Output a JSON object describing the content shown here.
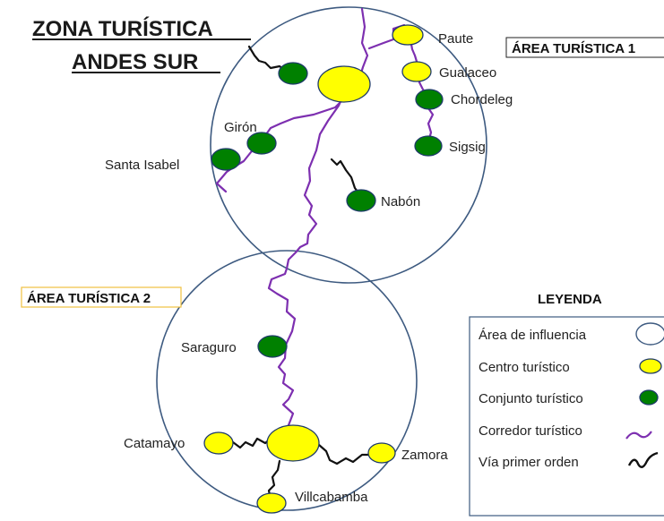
{
  "title": {
    "line1": "ZONA TURÍSTICA",
    "line2": "ANDES SUR"
  },
  "areas": {
    "area1": "ÁREA TURÍSTICA 1",
    "area2": "ÁREA TURÍSTICA 2"
  },
  "places": {
    "paute": "Paute",
    "gualaceo": "Gualaceo",
    "chordeleg": "Chordeleg",
    "sigsig": "Sigsig",
    "giron": "Girón",
    "santa_isabel": "Santa Isabel",
    "nabon": "Nabón",
    "saraguro": "Saraguro",
    "catamayo": "Catamayo",
    "zamora": "Zamora",
    "villcabamba": "Villcabamba"
  },
  "legend": {
    "title": "LEYENDA",
    "items": {
      "influence": "Área de influencia",
      "center": "Centro turístico",
      "set": "Conjunto turístico",
      "corridor": "Corredor turístico",
      "road": "Vía primer orden"
    }
  },
  "colors": {
    "circle_stroke": "#3d5a80",
    "center_fill": "#ffff00",
    "set_fill": "#008000",
    "corridor": "#7d2fb0",
    "road": "#111111",
    "area1_border": "#222222",
    "area2_border": "#f0c040"
  }
}
